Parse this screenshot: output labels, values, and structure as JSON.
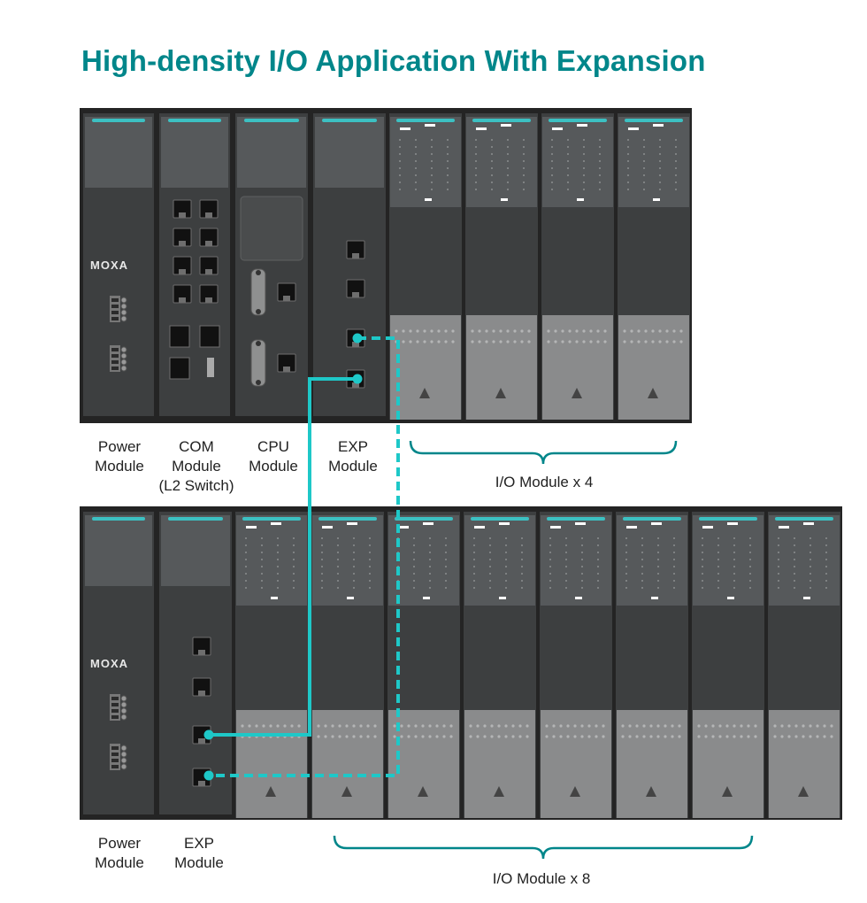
{
  "title": "High-density I/O Application With Expansion",
  "colors": {
    "accent": "#00868a",
    "cable": "#1ec8c8",
    "chassis": "#242424",
    "module": "#3d3f40",
    "module_top": "#56595b",
    "module_bottom": "#8a8b8c"
  },
  "brand": "MOXA",
  "rack1": {
    "labels": {
      "power": [
        "Power",
        "Module"
      ],
      "com": [
        "COM",
        "Module",
        "(L2 Switch)"
      ],
      "cpu": [
        "CPU",
        "Module"
      ],
      "exp": [
        "EXP",
        "Module"
      ],
      "io": "I/O Module x 4"
    }
  },
  "rack2": {
    "labels": {
      "power": [
        "Power",
        "Module"
      ],
      "exp": [
        "EXP",
        "Module"
      ],
      "io": "I/O Module x 8"
    }
  },
  "connections": [
    {
      "from": "rack1-exp-port-4",
      "to": "rack2-exp-port-3",
      "style": "solid"
    },
    {
      "from": "rack1-exp-port-3",
      "to": "rack2-exp-port-4",
      "style": "dashed"
    }
  ]
}
